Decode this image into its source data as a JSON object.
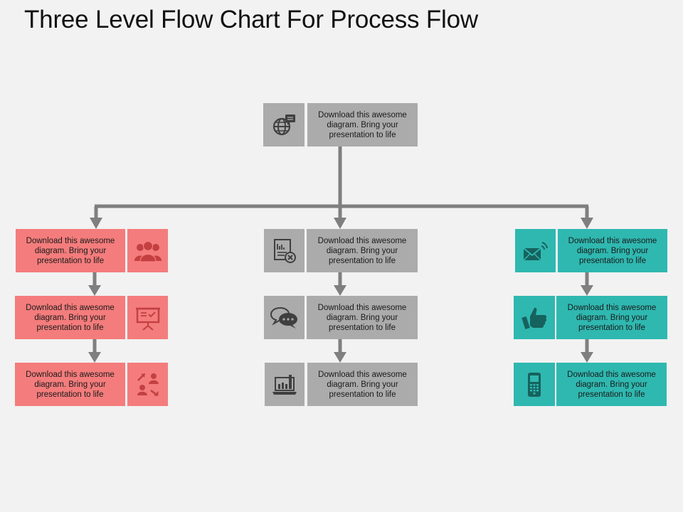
{
  "title": "Three Level Flow Chart For Process Flow",
  "colors": {
    "red": "#f47c7c",
    "gray": "#ababab",
    "teal": "#2fb8b0",
    "connector": "#7f7f7f",
    "icon_dark": "#3f3f3f",
    "icon_red": "#c44040",
    "icon_teal": "#16625e"
  },
  "top": {
    "text": "Download this awesome diagram. Bring your presentation to life",
    "icon": "globe-chat-icon"
  },
  "left": [
    {
      "text": "Download this awesome diagram. Bring your presentation to life",
      "icon": "group-people-icon"
    },
    {
      "text": "Download this awesome diagram. Bring your presentation to life",
      "icon": "presentation-board-icon"
    },
    {
      "text": "Download this awesome diagram. Bring your presentation to life",
      "icon": "exchange-people-icon"
    }
  ],
  "center": [
    {
      "text": "Download this awesome diagram. Bring your presentation to life",
      "icon": "report-cancel-icon"
    },
    {
      "text": "Download this awesome diagram. Bring your presentation to life",
      "icon": "speech-bubbles-icon"
    },
    {
      "text": "Download this awesome diagram. Bring your presentation to life",
      "icon": "laptop-chart-icon"
    }
  ],
  "right": [
    {
      "text": "Download this awesome diagram. Bring your presentation to life",
      "icon": "wireless-mail-icon"
    },
    {
      "text": "Download this awesome diagram. Bring your presentation to life",
      "icon": "thumbs-up-icon"
    },
    {
      "text": "Download this awesome diagram. Bring your presentation to life",
      "icon": "mobile-phone-icon"
    }
  ]
}
